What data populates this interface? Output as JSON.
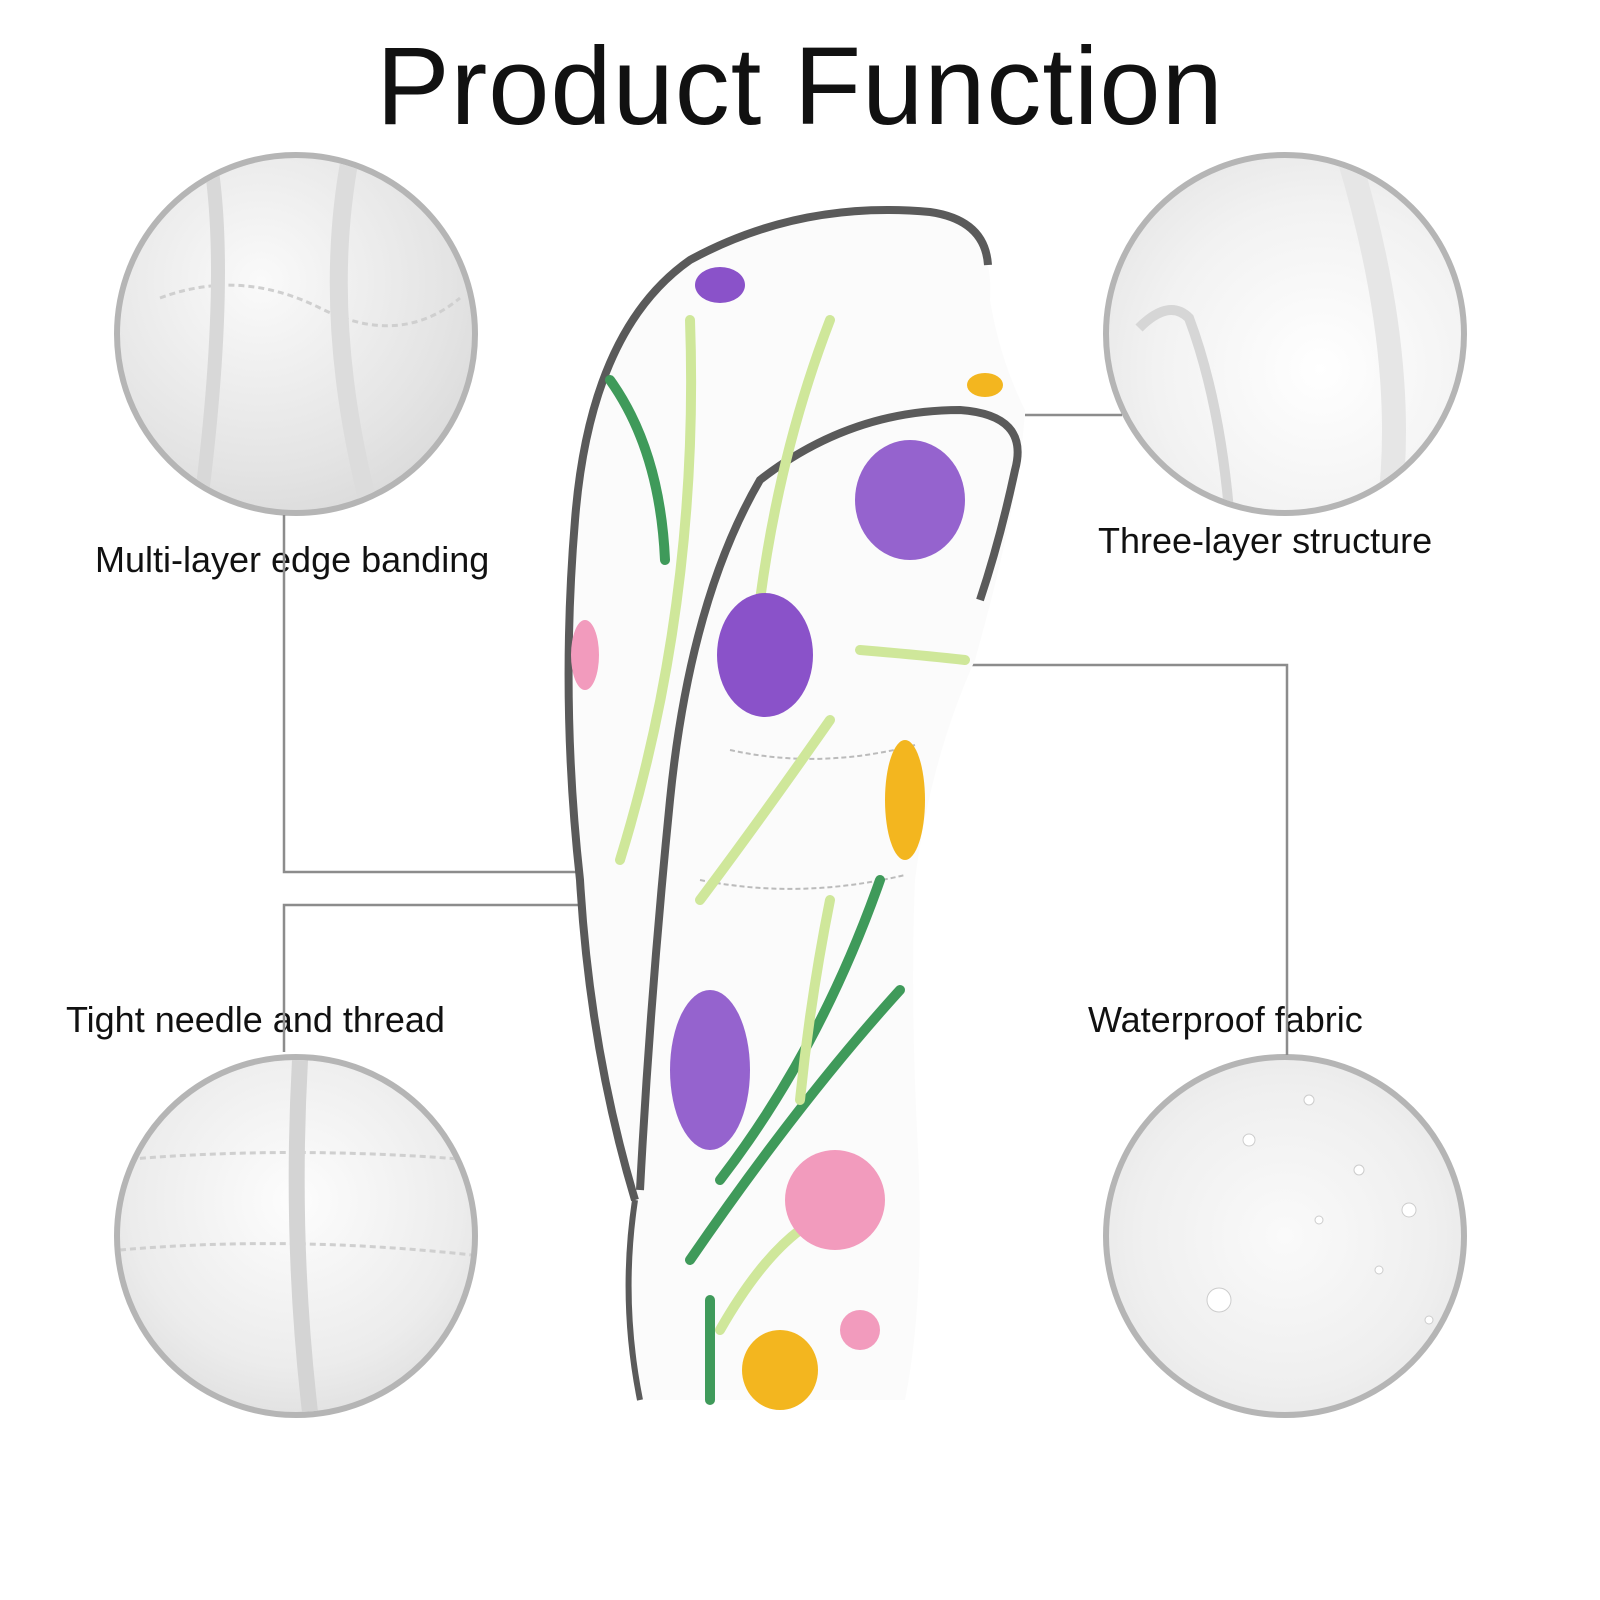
{
  "title": "Product Function",
  "features": [
    {
      "label": "Multi-layer edge banding",
      "position": "top-left"
    },
    {
      "label": "Three-layer structure",
      "position": "top-right"
    },
    {
      "label": "Tight needle and thread",
      "position": "bottom-left"
    },
    {
      "label": "Waterproof fabric",
      "position": "bottom-right"
    }
  ],
  "colors": {
    "border": "#b5b5b5",
    "leader_line": "#8c8c8c",
    "piping": "#5a5a5a",
    "purple": "#8a52c9",
    "yellow": "#f3b61f",
    "pink": "#f29bbd",
    "green": "#3f9a5a",
    "light_green": "#cfe79a"
  }
}
